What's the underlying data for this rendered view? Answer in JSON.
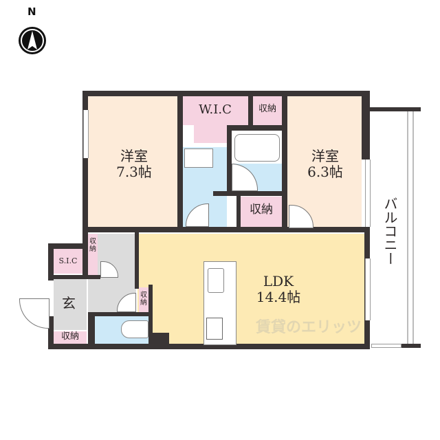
{
  "compass": {
    "label": "N",
    "icon": "north-arrow-icon"
  },
  "rooms": {
    "western1": {
      "name": "洋室",
      "size": "7.3帖"
    },
    "western2": {
      "name": "洋室",
      "size": "6.3帖"
    },
    "wic": {
      "name": "W.I.C"
    },
    "storage_top": {
      "name": "収納"
    },
    "storage_mid": {
      "name": "収納"
    },
    "storage_hall": {
      "name": "収納"
    },
    "storage_small": {
      "name": "収納"
    },
    "storage_entry": {
      "name": "収納"
    },
    "sic": {
      "name": "S.I.C"
    },
    "entrance": {
      "name": "玄"
    },
    "ldk": {
      "name": "LDK",
      "size": "14.4帖"
    },
    "balcony": {
      "name": "バルコニー"
    }
  },
  "watermark": {
    "text": "賃貸のエリッツ"
  },
  "colors": {
    "wall": "#3a3535",
    "western": "#fdebd9",
    "storage": "#f6d3e1",
    "wet": "#cde9f8",
    "hall": "#dcdcdc",
    "ldk": "#fdeab4"
  }
}
